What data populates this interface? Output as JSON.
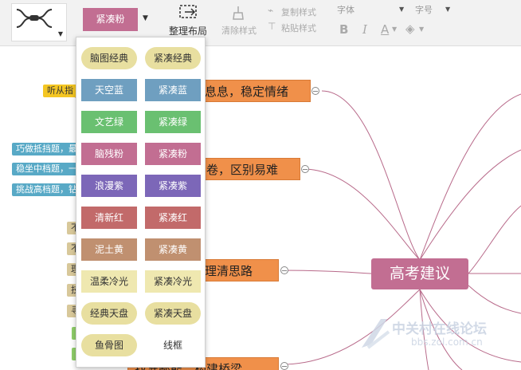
{
  "toolbar": {
    "theme_label": "紧凑粉",
    "arrange_label": "整理布局",
    "clear_style": "清除样式",
    "copy_style": "复制样式",
    "paste_style": "粘贴样式",
    "font_placeholder": "字体",
    "size_placeholder": "字号",
    "bold": "B",
    "italic": "I",
    "font_color": "A"
  },
  "themes": [
    {
      "label": "脑图经典",
      "bg": "#e8dfa0",
      "fg": "#333333",
      "shape": "pill"
    },
    {
      "label": "紧凑经典",
      "bg": "#e8dfa0",
      "fg": "#333333",
      "shape": "pill"
    },
    {
      "label": "天空蓝",
      "bg": "#6f9fc0",
      "fg": "#ffffff",
      "shape": "rect"
    },
    {
      "label": "紧凑蓝",
      "bg": "#6f9fc0",
      "fg": "#ffffff",
      "shape": "rect"
    },
    {
      "label": "文艺绿",
      "bg": "#6ac071",
      "fg": "#ffffff",
      "shape": "rect"
    },
    {
      "label": "紧凑绿",
      "bg": "#6ac071",
      "fg": "#ffffff",
      "shape": "rect"
    },
    {
      "label": "脑残粉",
      "bg": "#c26e92",
      "fg": "#ffffff",
      "shape": "rect"
    },
    {
      "label": "紧凑粉",
      "bg": "#c26e92",
      "fg": "#ffffff",
      "shape": "rect"
    },
    {
      "label": "浪漫紫",
      "bg": "#7c67b8",
      "fg": "#ffffff",
      "shape": "rect"
    },
    {
      "label": "紧凑紫",
      "bg": "#7c67b8",
      "fg": "#ffffff",
      "shape": "rect"
    },
    {
      "label": "清新红",
      "bg": "#c26a6a",
      "fg": "#ffffff",
      "shape": "rect"
    },
    {
      "label": "紧凑红",
      "bg": "#c26a6a",
      "fg": "#ffffff",
      "shape": "rect"
    },
    {
      "label": "泥土黄",
      "bg": "#c09070",
      "fg": "#ffffff",
      "shape": "rect"
    },
    {
      "label": "紧凑黄",
      "bg": "#c09070",
      "fg": "#ffffff",
      "shape": "rect"
    },
    {
      "label": "温柔冷光",
      "bg": "#efe8b0",
      "fg": "#333333",
      "shape": "rect"
    },
    {
      "label": "紧凑冷光",
      "bg": "#efe8b0",
      "fg": "#333333",
      "shape": "rect"
    },
    {
      "label": "经典天盘",
      "bg": "#e8dfa0",
      "fg": "#333333",
      "shape": "pill"
    },
    {
      "label": "紧凑天盘",
      "bg": "#e8dfa0",
      "fg": "#333333",
      "shape": "pill"
    },
    {
      "label": "鱼骨图",
      "bg": "#e8dfa0",
      "fg": "#333333",
      "shape": "pill"
    },
    {
      "label": "线框",
      "bg": "#ffffff",
      "fg": "#333333",
      "shape": "rect"
    }
  ],
  "mindmap": {
    "root": "高考建议",
    "branch1": "息息，稳定情绪",
    "branch2": "卷，区别易难",
    "branch3": "理清思路",
    "branch4": "找准鄙能，构建桥梁",
    "tag_listen": "听从指",
    "tag_skill1": "巧做抵挡题，最",
    "tag_skill2": "稳坐中档题，一",
    "tag_skill3": "挑战高档题，钻",
    "tag_a": "不",
    "tag_b": "不",
    "tag_c": "理",
    "tag_d": "技",
    "tag_e": "寻"
  },
  "watermark": {
    "line1": "中关村在线论坛",
    "line2": "bbs.zol.com.cn"
  }
}
